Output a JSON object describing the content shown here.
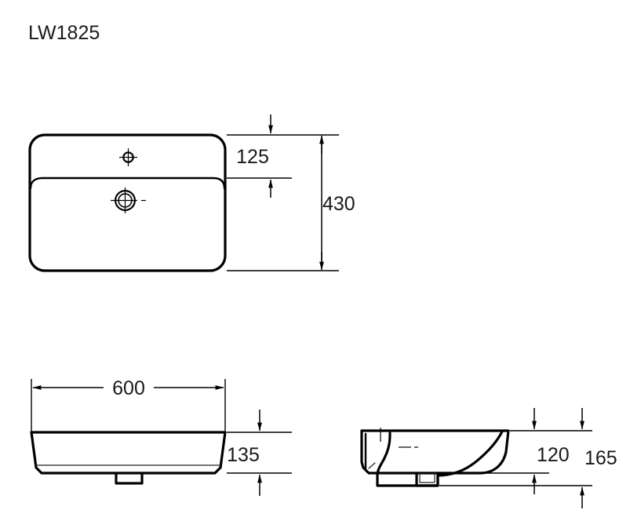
{
  "drawing": {
    "model_label": "LW1825",
    "units_note": "",
    "line_color": "#000000",
    "background_color": "#ffffff"
  },
  "views": {
    "top": {
      "name": "top-view",
      "features": [
        "tap-hole",
        "drain-hole",
        "ledge-line",
        "rounded-rectangle-outline"
      ]
    },
    "front": {
      "name": "front-view",
      "features": [
        "basin-body",
        "drain-outlet",
        "taper-chamfer"
      ]
    },
    "side": {
      "name": "side-section-view",
      "features": [
        "back-wall",
        "bowl-profile",
        "drain-outlet",
        "center-mark"
      ]
    }
  },
  "dimensions": {
    "top_view": [
      {
        "id": "dim-125",
        "value": "125",
        "orientation": "vertical"
      },
      {
        "id": "dim-430",
        "value": "430",
        "orientation": "vertical"
      }
    ],
    "front_view": [
      {
        "id": "dim-600",
        "value": "600",
        "orientation": "horizontal"
      },
      {
        "id": "dim-135",
        "value": "135",
        "orientation": "vertical"
      }
    ],
    "side_view": [
      {
        "id": "dim-120",
        "value": "120",
        "orientation": "vertical"
      },
      {
        "id": "dim-165",
        "value": "165",
        "orientation": "vertical"
      }
    ]
  }
}
